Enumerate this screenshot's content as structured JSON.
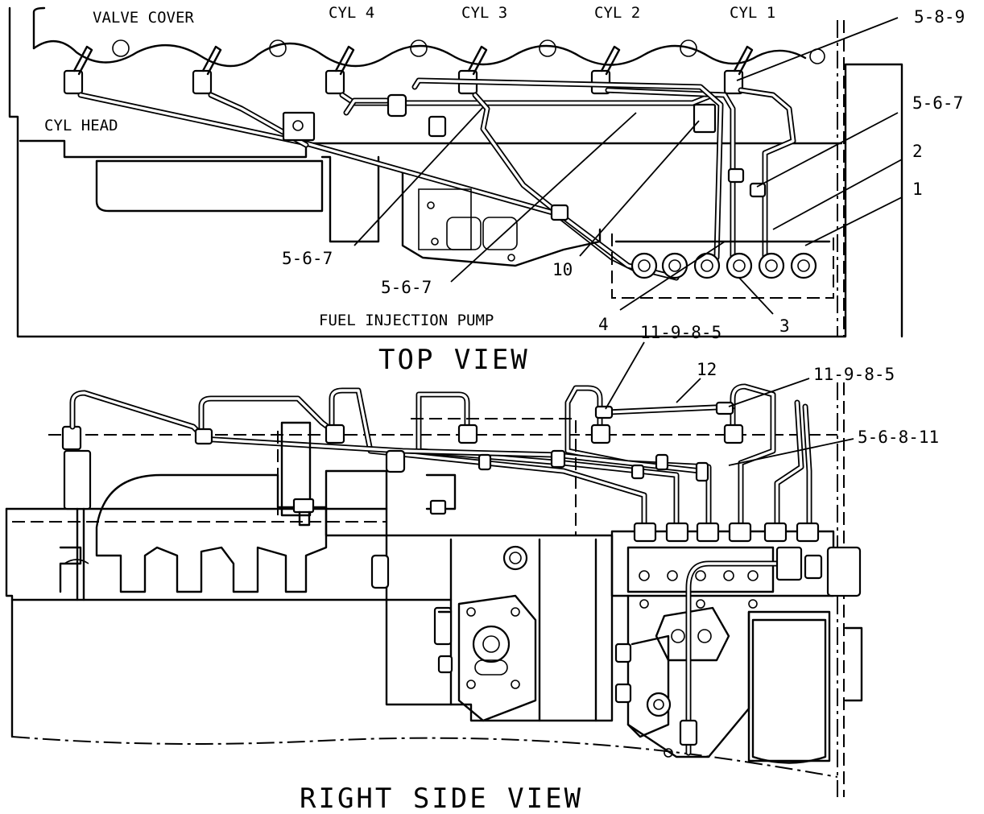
{
  "labels": {
    "valve_cover": "VALVE COVER",
    "cyl4": "CYL 4",
    "cyl3": "CYL 3",
    "cyl2": "CYL 2",
    "cyl1": "CYL 1",
    "cyl_head": "CYL HEAD",
    "fuel_injection_pump": "FUEL INJECTION PUMP"
  },
  "callouts": {
    "c_5_8_9": "5-8-9",
    "c_5_6_7_right": "5-6-7",
    "c_2": "2",
    "c_1": "1",
    "c_5_6_7_a": "5-6-7",
    "c_5_6_7_b": "5-6-7",
    "c_10": "10",
    "c_4": "4",
    "c_3": "3",
    "c_11_9_8_5_left": "11-9-8-5",
    "c_12": "12",
    "c_11_9_8_5_right": "11-9-8-5",
    "c_5_6_8_11": "5-6-8-11"
  },
  "views": {
    "top": "TOP VIEW",
    "right_side": "RIGHT SIDE VIEW"
  }
}
